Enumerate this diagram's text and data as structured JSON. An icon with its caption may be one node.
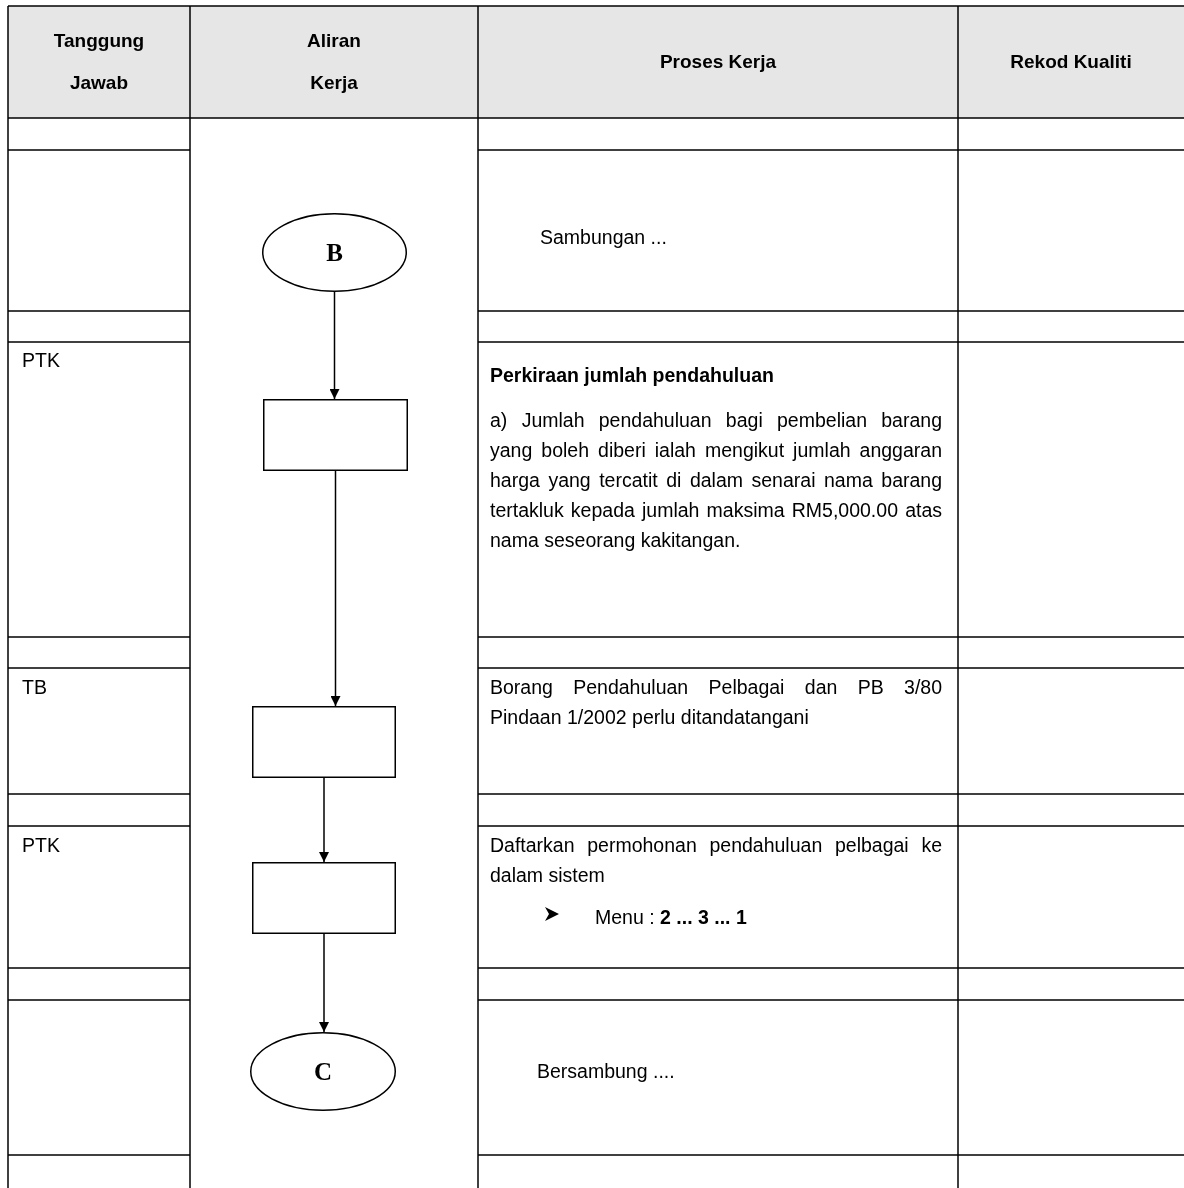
{
  "diagram": {
    "nodes": [
      {
        "text": [
          "B"
        ]
      },
      {
        "text": [],
        "shape": "box"
      },
      {
        "text": [],
        "shape": "box"
      },
      {
        "text": [],
        "shape": "box"
      },
      {
        "text": [
          "C"
        ]
      }
    ],
    "edges": [
      {
        "from": 0,
        "to": 1,
        "arrow": "to"
      },
      {
        "from": 1,
        "to": 2,
        "arrow": "to"
      },
      {
        "from": 2,
        "to": 3,
        "arrow": "to"
      },
      {
        "from": 3,
        "to": 4,
        "arrow": "to"
      }
    ],
    "labels": [
      "Tanggung Jawab",
      "Aliran Kerja",
      "Proses Kerja",
      "Rekod Kualiti",
      "Sambungan ...",
      "PTK",
      "Perkiraan jumlah pendahuluan",
      "a) Jumlah pendahuluan bagi pembelian barang yang boleh diberi ialah mengikut jumlah anggaran harga yang tercatit di dalam senarai nama barang tertakluk kepada jumlah maksima RM5,000.00 atas nama seseorang kakitangan.",
      "TB",
      "Borang Pendahuluan Pelbagai dan PB 3/80 Pindaan 1/2002 perlu ditandatangani",
      "PTK",
      "Daftarkan permohonan pendahuluan pelbagai ke dalam sistem",
      "Menu : **2 ... 3 ... 1**",
      "Bersambung ...."
    ]
  }
}
